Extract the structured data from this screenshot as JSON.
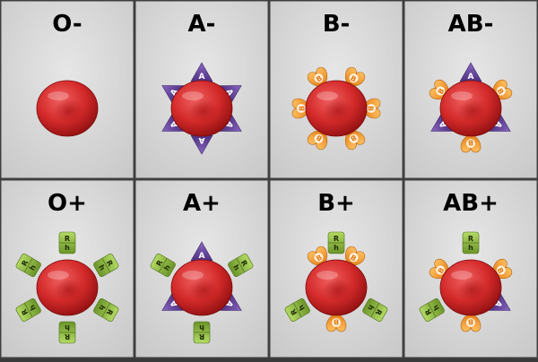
{
  "panels": [
    {
      "label": "O-",
      "antigens": []
    },
    {
      "label": "A-",
      "antigens": [
        "A"
      ]
    },
    {
      "label": "B-",
      "antigens": [
        "B"
      ]
    },
    {
      "label": "AB-",
      "antigens": [
        "A",
        "B"
      ]
    },
    {
      "label": "O+",
      "antigens": [
        "Rh"
      ]
    },
    {
      "label": "A+",
      "antigens": [
        "A",
        "Rh"
      ]
    },
    {
      "label": "B+",
      "antigens": [
        "B",
        "Rh"
      ]
    },
    {
      "label": "AB+",
      "antigens": [
        "A",
        "B",
        "Rh"
      ]
    }
  ],
  "antigen_text": {
    "A": "A",
    "B": "B",
    "Rh": "Rh"
  },
  "colors": {
    "background": "#3a3a3a",
    "panel_top": "#e6e6e6",
    "panel_bottom": "#c9c9c9",
    "red_cell": "#d42a2a",
    "red_cell_dark": "#8e0f10",
    "antigen_A": "#6b4aa0",
    "antigen_B": "#f39a25",
    "antigen_Rh": "#86b33a"
  }
}
